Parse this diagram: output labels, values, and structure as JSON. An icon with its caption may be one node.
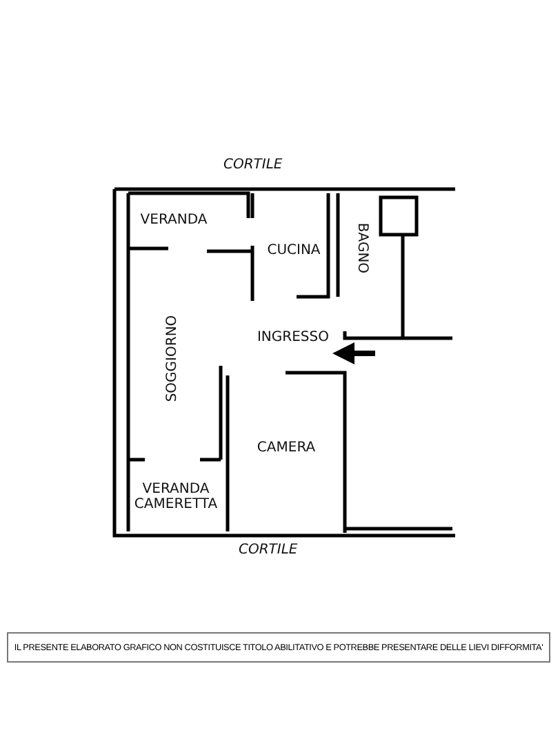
{
  "diagram": {
    "nodes": [
      {
        "text": [
          "VERANDA"
        ]
      },
      {
        "text": [
          "CUCINA"
        ]
      },
      {
        "text": [
          "BAGNO"
        ]
      },
      {
        "text": [
          "SOGGIORNO"
        ]
      },
      {
        "text": [
          "INGRESSO"
        ]
      },
      {
        "text": [
          "VERANDA CAMERETTA"
        ]
      },
      {
        "text": [
          "CAMERA"
        ]
      },
      {
        "text": [
          "IL PRESENTE ELABORATO GRAFICO NON COSTITUISCE TITOLO ABILITATIVO E POTREBBE PRESENTARE DELLE LIEVI DIFFORMITA'"
        ]
      }
    ],
    "edges": [
      {
        "from": null,
        "to": 4,
        "arrow": "to"
      }
    ],
    "labels": [
      "CORTILE",
      "CORTILE"
    ]
  }
}
